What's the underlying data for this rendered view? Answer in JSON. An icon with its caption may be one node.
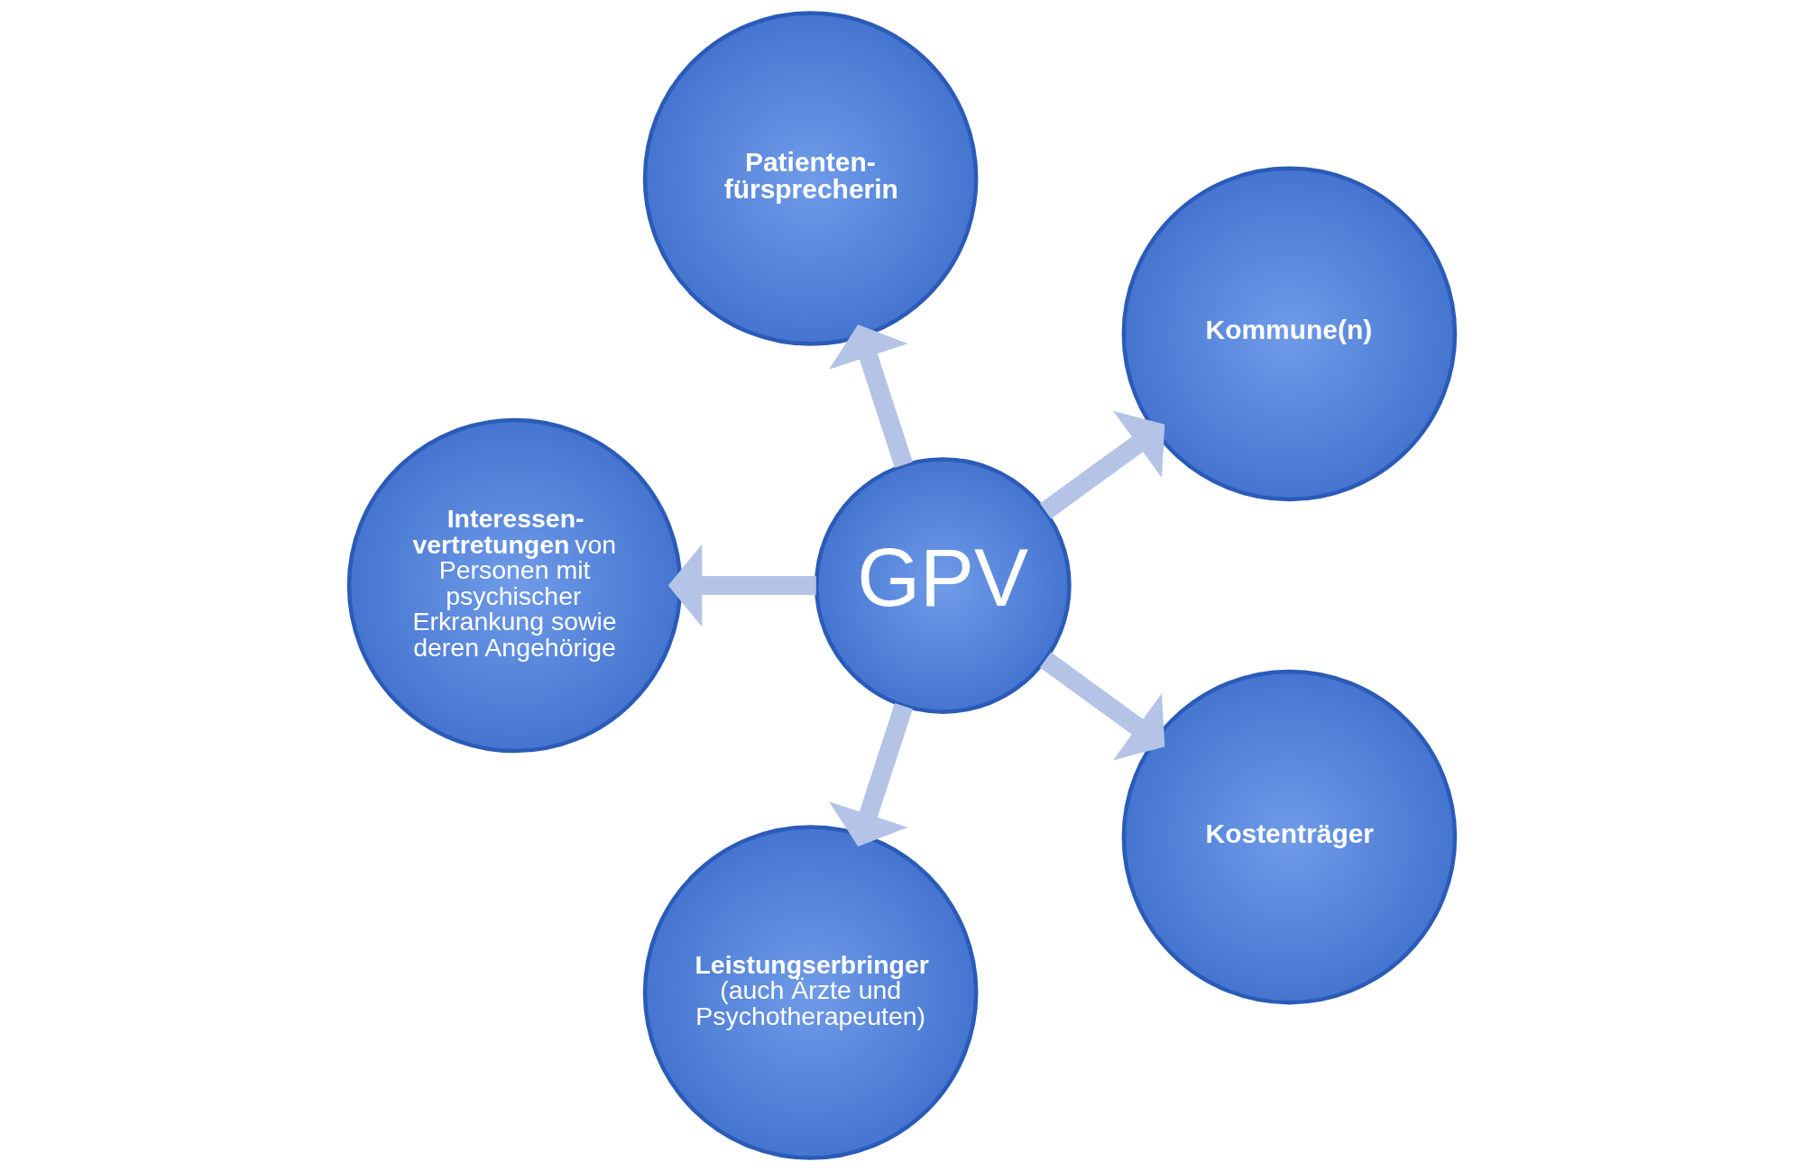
{
  "diagram": {
    "nodes": [
      {
        "text": [
          "GPV"
        ]
      },
      {
        "text": [
          "Kommune(n)"
        ]
      },
      {
        "text": [
          "Patienten- fürsprecherin"
        ]
      },
      {
        "text": [
          "**Interessen- vertretungen** von Personen mit psychischer Erkrankung sowie deren Angehörige"
        ]
      },
      {
        "text": [
          "Leistungserbringer",
          "(auch Ärzte und Psychotherapeuten)"
        ]
      },
      {
        "text": [
          "Kostenträger"
        ]
      }
    ],
    "edges": [
      {
        "from": 0,
        "to": 1,
        "arrow": "to"
      },
      {
        "from": 0,
        "to": 2,
        "arrow": "to"
      },
      {
        "from": 0,
        "to": 3,
        "arrow": "to"
      },
      {
        "from": 0,
        "to": 4,
        "arrow": "to"
      },
      {
        "from": 0,
        "to": 5,
        "arrow": "to"
      }
    ]
  }
}
